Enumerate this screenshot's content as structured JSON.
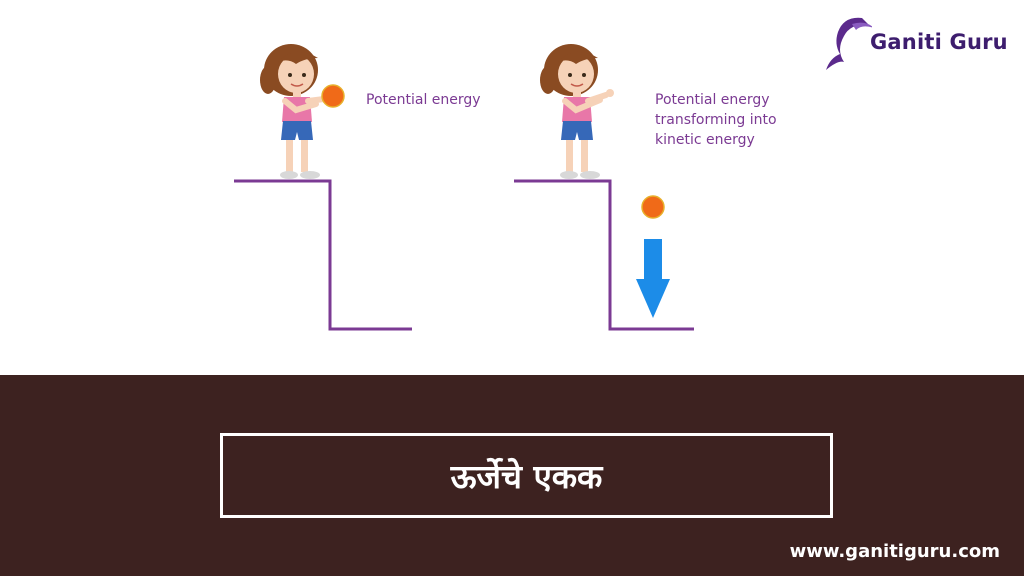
{
  "brand": {
    "name": "Ganiti Guru",
    "website": "www.ganitiguru.com",
    "accent_color": "#7b3a93",
    "banner_color": "#3d2220"
  },
  "diagram": {
    "left_panel": {
      "caption": "Potential energy"
    },
    "right_panel": {
      "caption": "Potential energy\ntransforming into\nkinetic energy"
    },
    "icons": [
      "girl-illustration",
      "ball",
      "down-arrow-icon"
    ]
  },
  "banner": {
    "title": "ऊर्जेचे एकक"
  }
}
